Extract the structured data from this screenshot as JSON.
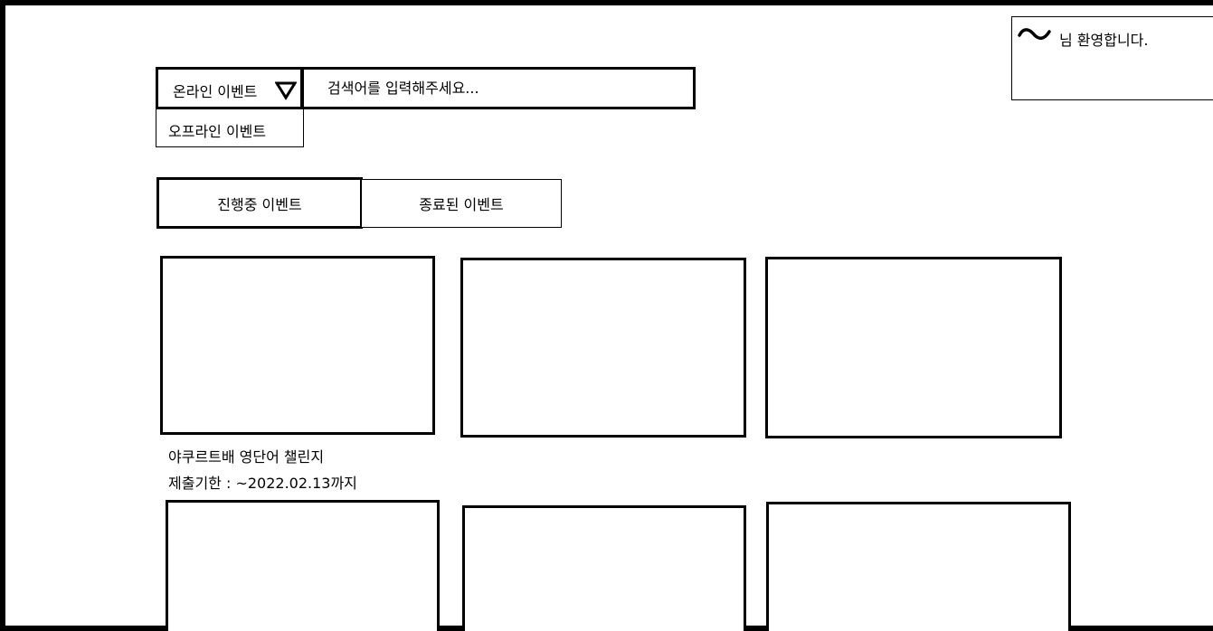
{
  "header": {
    "welcome_text": "님 환영합니다."
  },
  "search": {
    "category_selected": "온라인 이벤트",
    "category_options": [
      "오프라인 이벤트"
    ],
    "placeholder": "검색어를 입력해주세요..."
  },
  "tabs": [
    {
      "label": "진행중 이벤트",
      "active": true
    },
    {
      "label": "종료된 이벤트",
      "active": false
    }
  ],
  "events": [
    {
      "title": "야쿠르트배 영단어 챌린지",
      "deadline": "제출기한 : ~2022.02.13까지"
    }
  ],
  "icons": {
    "avatar": "tilde-squiggle-icon",
    "dropdown": "triangle-down-icon"
  },
  "colors": {
    "border": "#000000",
    "background": "#ffffff"
  }
}
